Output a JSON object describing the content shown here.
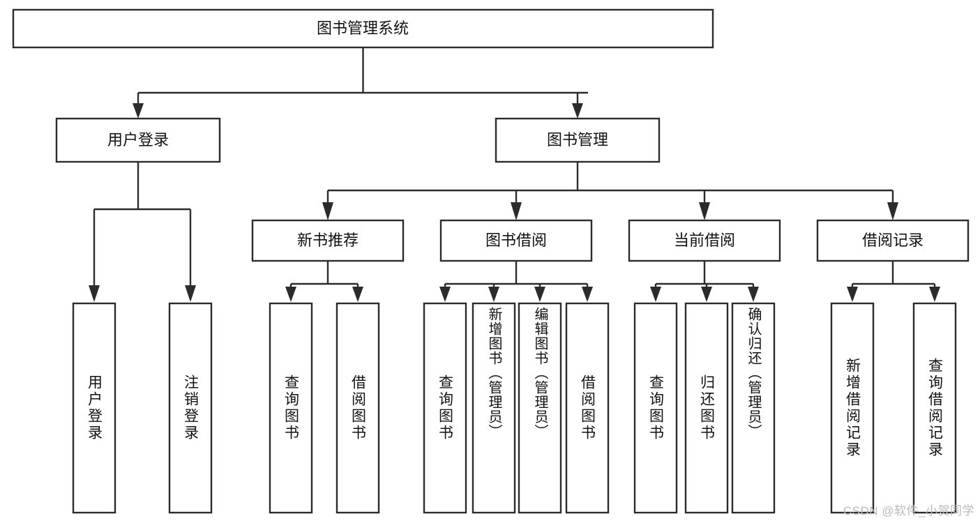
{
  "diagram": {
    "title": "图书管理系统",
    "type": "tree-hierarchy",
    "root": {
      "label": "图书管理系统"
    },
    "level2": [
      {
        "label": "用户登录"
      },
      {
        "label": "图书管理"
      }
    ],
    "level3": [
      {
        "label": "新书推荐"
      },
      {
        "label": "图书借阅"
      },
      {
        "label": "当前借阅"
      },
      {
        "label": "借阅记录"
      }
    ],
    "leaves": {
      "user_login": [
        {
          "label": "用户登录"
        },
        {
          "label": "注销登录"
        }
      ],
      "new_book_recommend": [
        {
          "label": "查询图书"
        },
        {
          "label": "借阅图书"
        }
      ],
      "book_borrow": [
        {
          "label": "查询图书"
        },
        {
          "label": "新增图书（管理员）"
        },
        {
          "label": "编辑图书（管理员）"
        },
        {
          "label": "借阅图书"
        }
      ],
      "current_borrow": [
        {
          "label": "查询图书"
        },
        {
          "label": "归还图书"
        },
        {
          "label": "确认归还（管理员）"
        }
      ],
      "borrow_record": [
        {
          "label": "新增借阅记录"
        },
        {
          "label": "查询借阅记录"
        }
      ]
    }
  },
  "watermark": {
    "text": "CSDN @软件_小贺同学"
  },
  "colors": {
    "stroke": "#2b2b2b",
    "box_fill": "#ffffff",
    "text": "#111111",
    "background": "#ffffff",
    "watermark": "#b9b9b9"
  }
}
